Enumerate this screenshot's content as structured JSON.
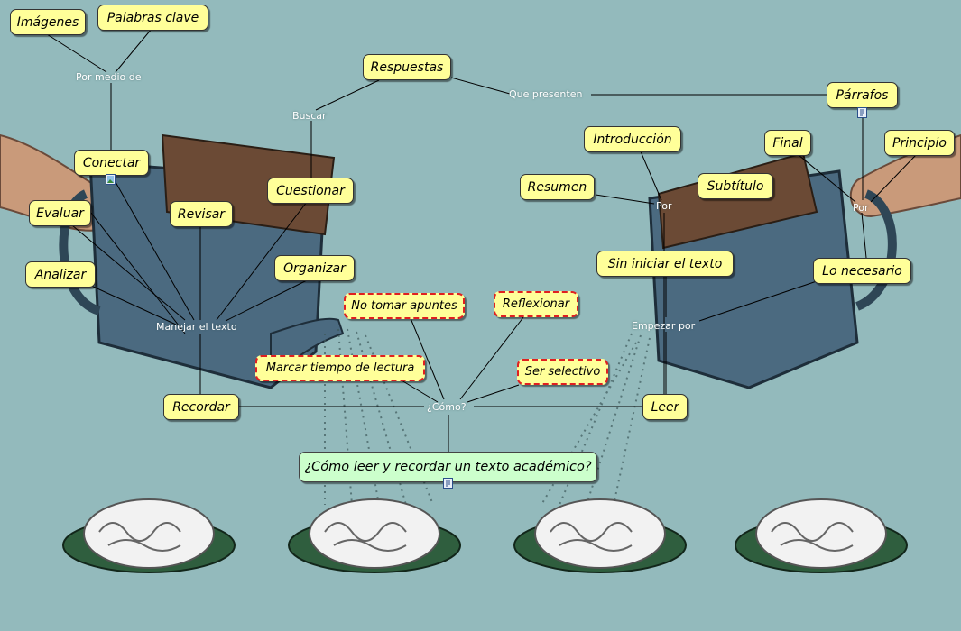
{
  "colors": {
    "concept_fill": "#ffff99",
    "main_fill": "#ccffcc",
    "dashed_border": "#e02020",
    "link_text": "#ffffff",
    "background": "#8fb5b8"
  },
  "main_concept": "¿Cómo leer y recordar un texto académico?",
  "concepts": {
    "imagenes": "Imágenes",
    "palabras_clave": "Palabras clave",
    "respuestas": "Respuestas",
    "parrafos": "Párrafos",
    "introduccion": "Introducción",
    "final": "Final",
    "principio": "Principio",
    "conectar": "Conectar",
    "evaluar": "Evaluar",
    "revisar": "Revisar",
    "cuestionar": "Cuestionar",
    "resumen": "Resumen",
    "subtitulo": "Subtítulo",
    "analizar": "Analizar",
    "organizar": "Organizar",
    "sin_iniciar": "Sin iniciar el texto",
    "lo_necesario": "Lo necesario",
    "no_tomar_apuntes": "No tomar apuntes",
    "reflexionar": "Reflexionar",
    "marcar_tiempo": "Marcar tiempo de lectura",
    "ser_selectivo": "Ser selectivo",
    "recordar": "Recordar",
    "leer": "Leer"
  },
  "linking_phrases": {
    "por_medio_de": "Por medio de",
    "buscar": "Buscar",
    "que_presenten": "Que presenten",
    "por_1": "Por",
    "por_2": "Por",
    "manejar": "Manejar el texto",
    "empezar_por": "Empezar por",
    "como": "¿Cómo?"
  },
  "icons": {
    "conectar_badge": "image-icon",
    "parrafos_badge": "document-icon",
    "main_badge": "document-icon"
  }
}
